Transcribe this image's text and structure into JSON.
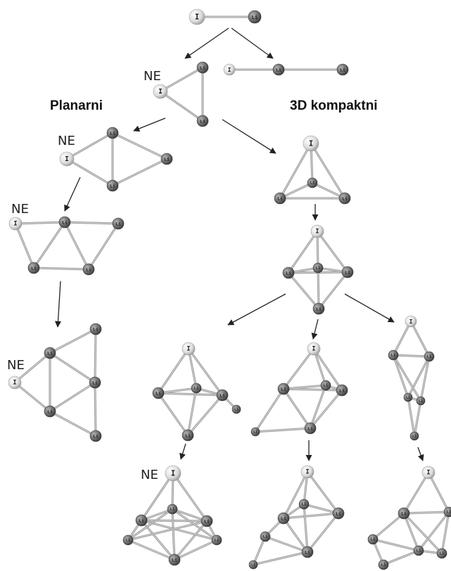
{
  "headings": {
    "planar": "Planarni",
    "compact": "3D kompaktni"
  },
  "marker": "NE",
  "atom_labels": {
    "iodine": "I",
    "lithium": "Li"
  },
  "colors": {
    "iodine": "#e8e8e8",
    "lithium": "#6f6f6f",
    "bond": "#9a9a9a",
    "arrow": "#222222"
  }
}
